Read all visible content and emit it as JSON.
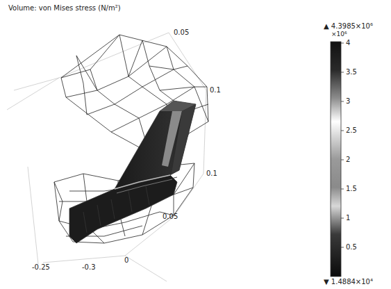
{
  "diagram": {
    "title": "Volume: von Mises stress (N/m²)",
    "labels": [
      "0.05",
      "0.1",
      "0.1",
      "0.05",
      "-0.25",
      "-0.3",
      "0",
      "▲ 4.3985×10⁶",
      "×10⁶",
      "4",
      "3.5",
      "3",
      "2.5",
      "2",
      "1.5",
      "1",
      "0.5",
      "▼ 1.4884×10⁴"
    ]
  }
}
